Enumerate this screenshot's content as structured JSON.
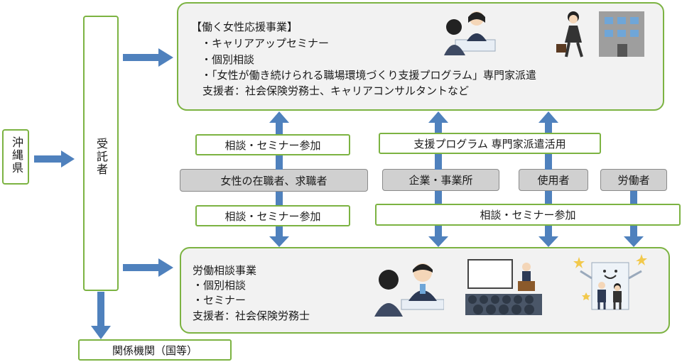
{
  "okinawa": "沖縄県",
  "contractor": "受託者",
  "related_org": "関係機関（国等）",
  "top_panel": {
    "title": "【働く女性応援事業】",
    "items": [
      "・キャリアアップセミナー",
      "・個別相談",
      "・「女性が働き続けられる職場環境づくり支援プログラム」専門家派遣"
    ],
    "supporters": "支援者：社会保険労務士、キャリアコンサルタントなど"
  },
  "bottom_panel": {
    "title": "労働相談事業",
    "items": [
      "・個別相談",
      "・セミナー"
    ],
    "supporters": "支援者：社会保険労務士"
  },
  "labels": {
    "consult_top": "相談・セミナー参加",
    "program": "支援プログラム 専門家派遣活用",
    "women": "女性の在職者、求職者",
    "company": "企業・事業所",
    "employer": "使用者",
    "worker": "労働者",
    "consult_left": "相談・セミナー参加",
    "consult_right": "相談・セミナー参加"
  },
  "colors": {
    "green_border": "#7cb342",
    "arrow_blue": "#4f81bd",
    "grey_fill": "#d0d0d0",
    "panel_fill": "#f2f2f2"
  }
}
